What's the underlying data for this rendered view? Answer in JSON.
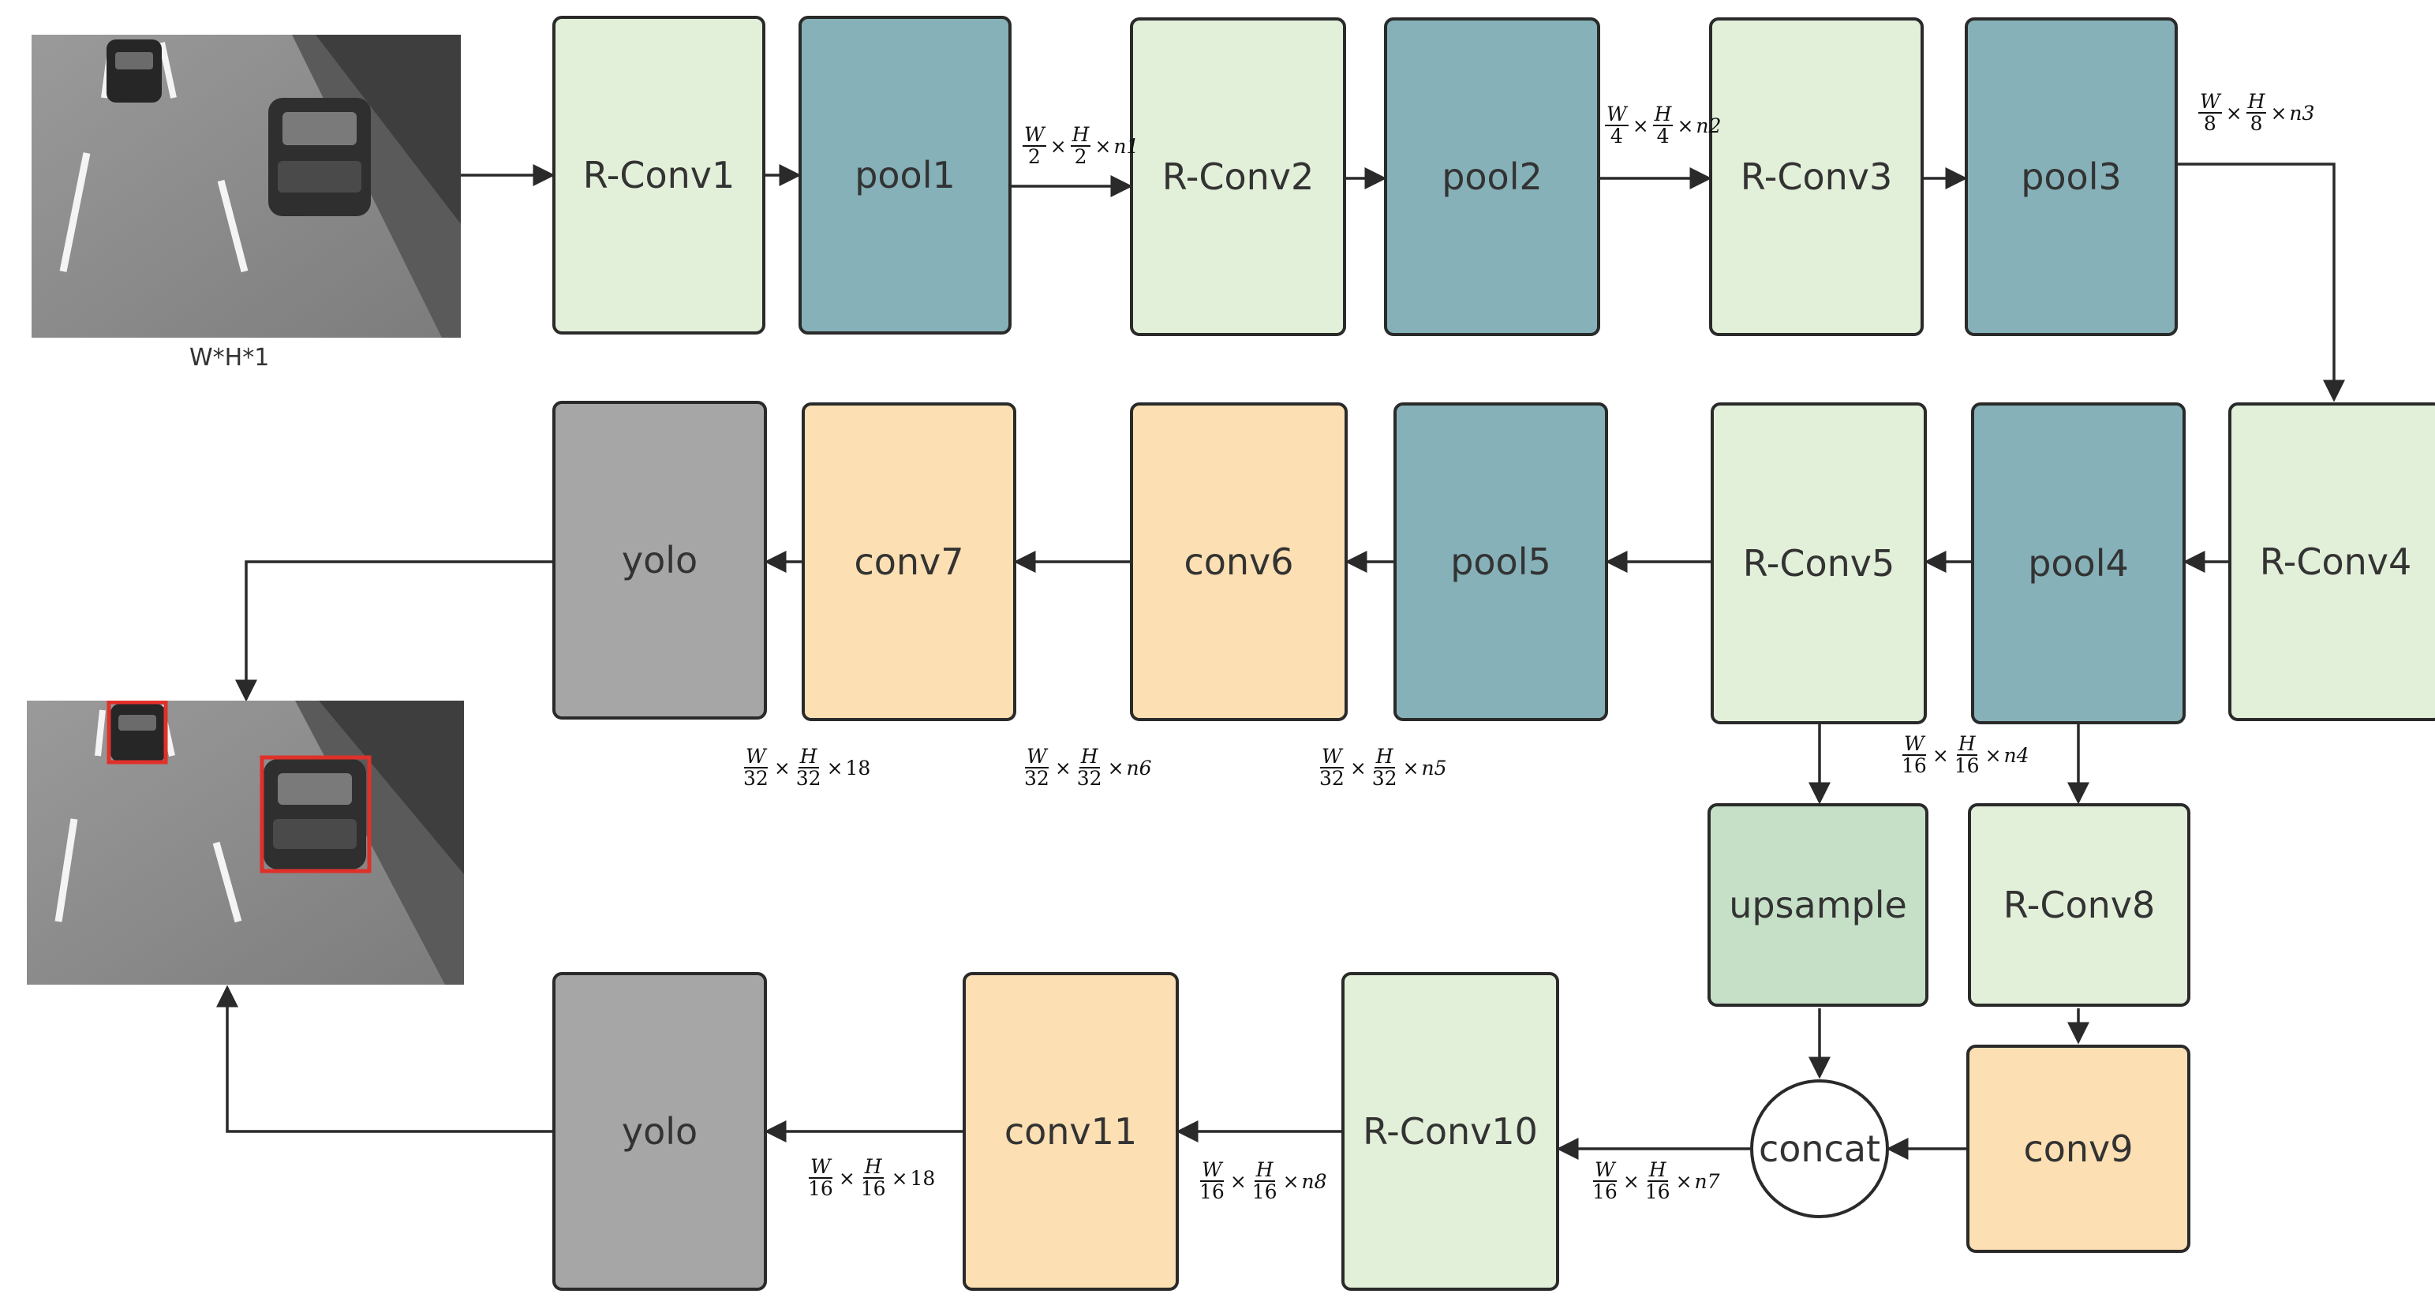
{
  "input_caption": "W*H*1",
  "nodes": {
    "rconv1": "R-Conv1",
    "pool1": "pool1",
    "rconv2": "R-Conv2",
    "pool2": "pool2",
    "rconv3": "R-Conv3",
    "pool3": "pool3",
    "rconv4": "R-Conv4",
    "pool4": "pool4",
    "rconv5": "R-Conv5",
    "pool5": "pool5",
    "conv6": "conv6",
    "conv7": "conv7",
    "yolo1": "yolo",
    "upsample": "upsample",
    "rconv8": "R-Conv8",
    "conv9": "conv9",
    "concat": "concat",
    "rconv10": "R-Conv10",
    "conv11": "conv11",
    "yolo2": "yolo"
  },
  "dims": {
    "d1": {
      "w": "W",
      "wd": "2",
      "h": "H",
      "hd": "2",
      "suffix": "n1"
    },
    "d2": {
      "w": "W",
      "wd": "4",
      "h": "H",
      "hd": "4",
      "suffix": "n2"
    },
    "d3": {
      "w": "W",
      "wd": "8",
      "h": "H",
      "hd": "8",
      "suffix": "n3"
    },
    "d4": {
      "w": "W",
      "wd": "16",
      "h": "H",
      "hd": "16",
      "suffix": "n4"
    },
    "d5": {
      "w": "W",
      "wd": "32",
      "h": "H",
      "hd": "32",
      "suffix": "n5"
    },
    "d6": {
      "w": "W",
      "wd": "32",
      "h": "H",
      "hd": "32",
      "suffix": "n6"
    },
    "d18a": {
      "w": "W",
      "wd": "32",
      "h": "H",
      "hd": "32",
      "suffix": "18"
    },
    "d7": {
      "w": "W",
      "wd": "16",
      "h": "H",
      "hd": "16",
      "suffix": "n7"
    },
    "d8": {
      "w": "W",
      "wd": "16",
      "h": "H",
      "hd": "16",
      "suffix": "n8"
    },
    "d18b": {
      "w": "W",
      "wd": "16",
      "h": "H",
      "hd": "16",
      "suffix": "18"
    }
  },
  "times": "×",
  "colors": {
    "rconv": "#e2efd9",
    "pool": "#86b1b8",
    "conv": "#fcdfb2",
    "yolo": "#a6a6a6",
    "upsample": "#c5e0c7",
    "detection_box": "#e0302a"
  }
}
